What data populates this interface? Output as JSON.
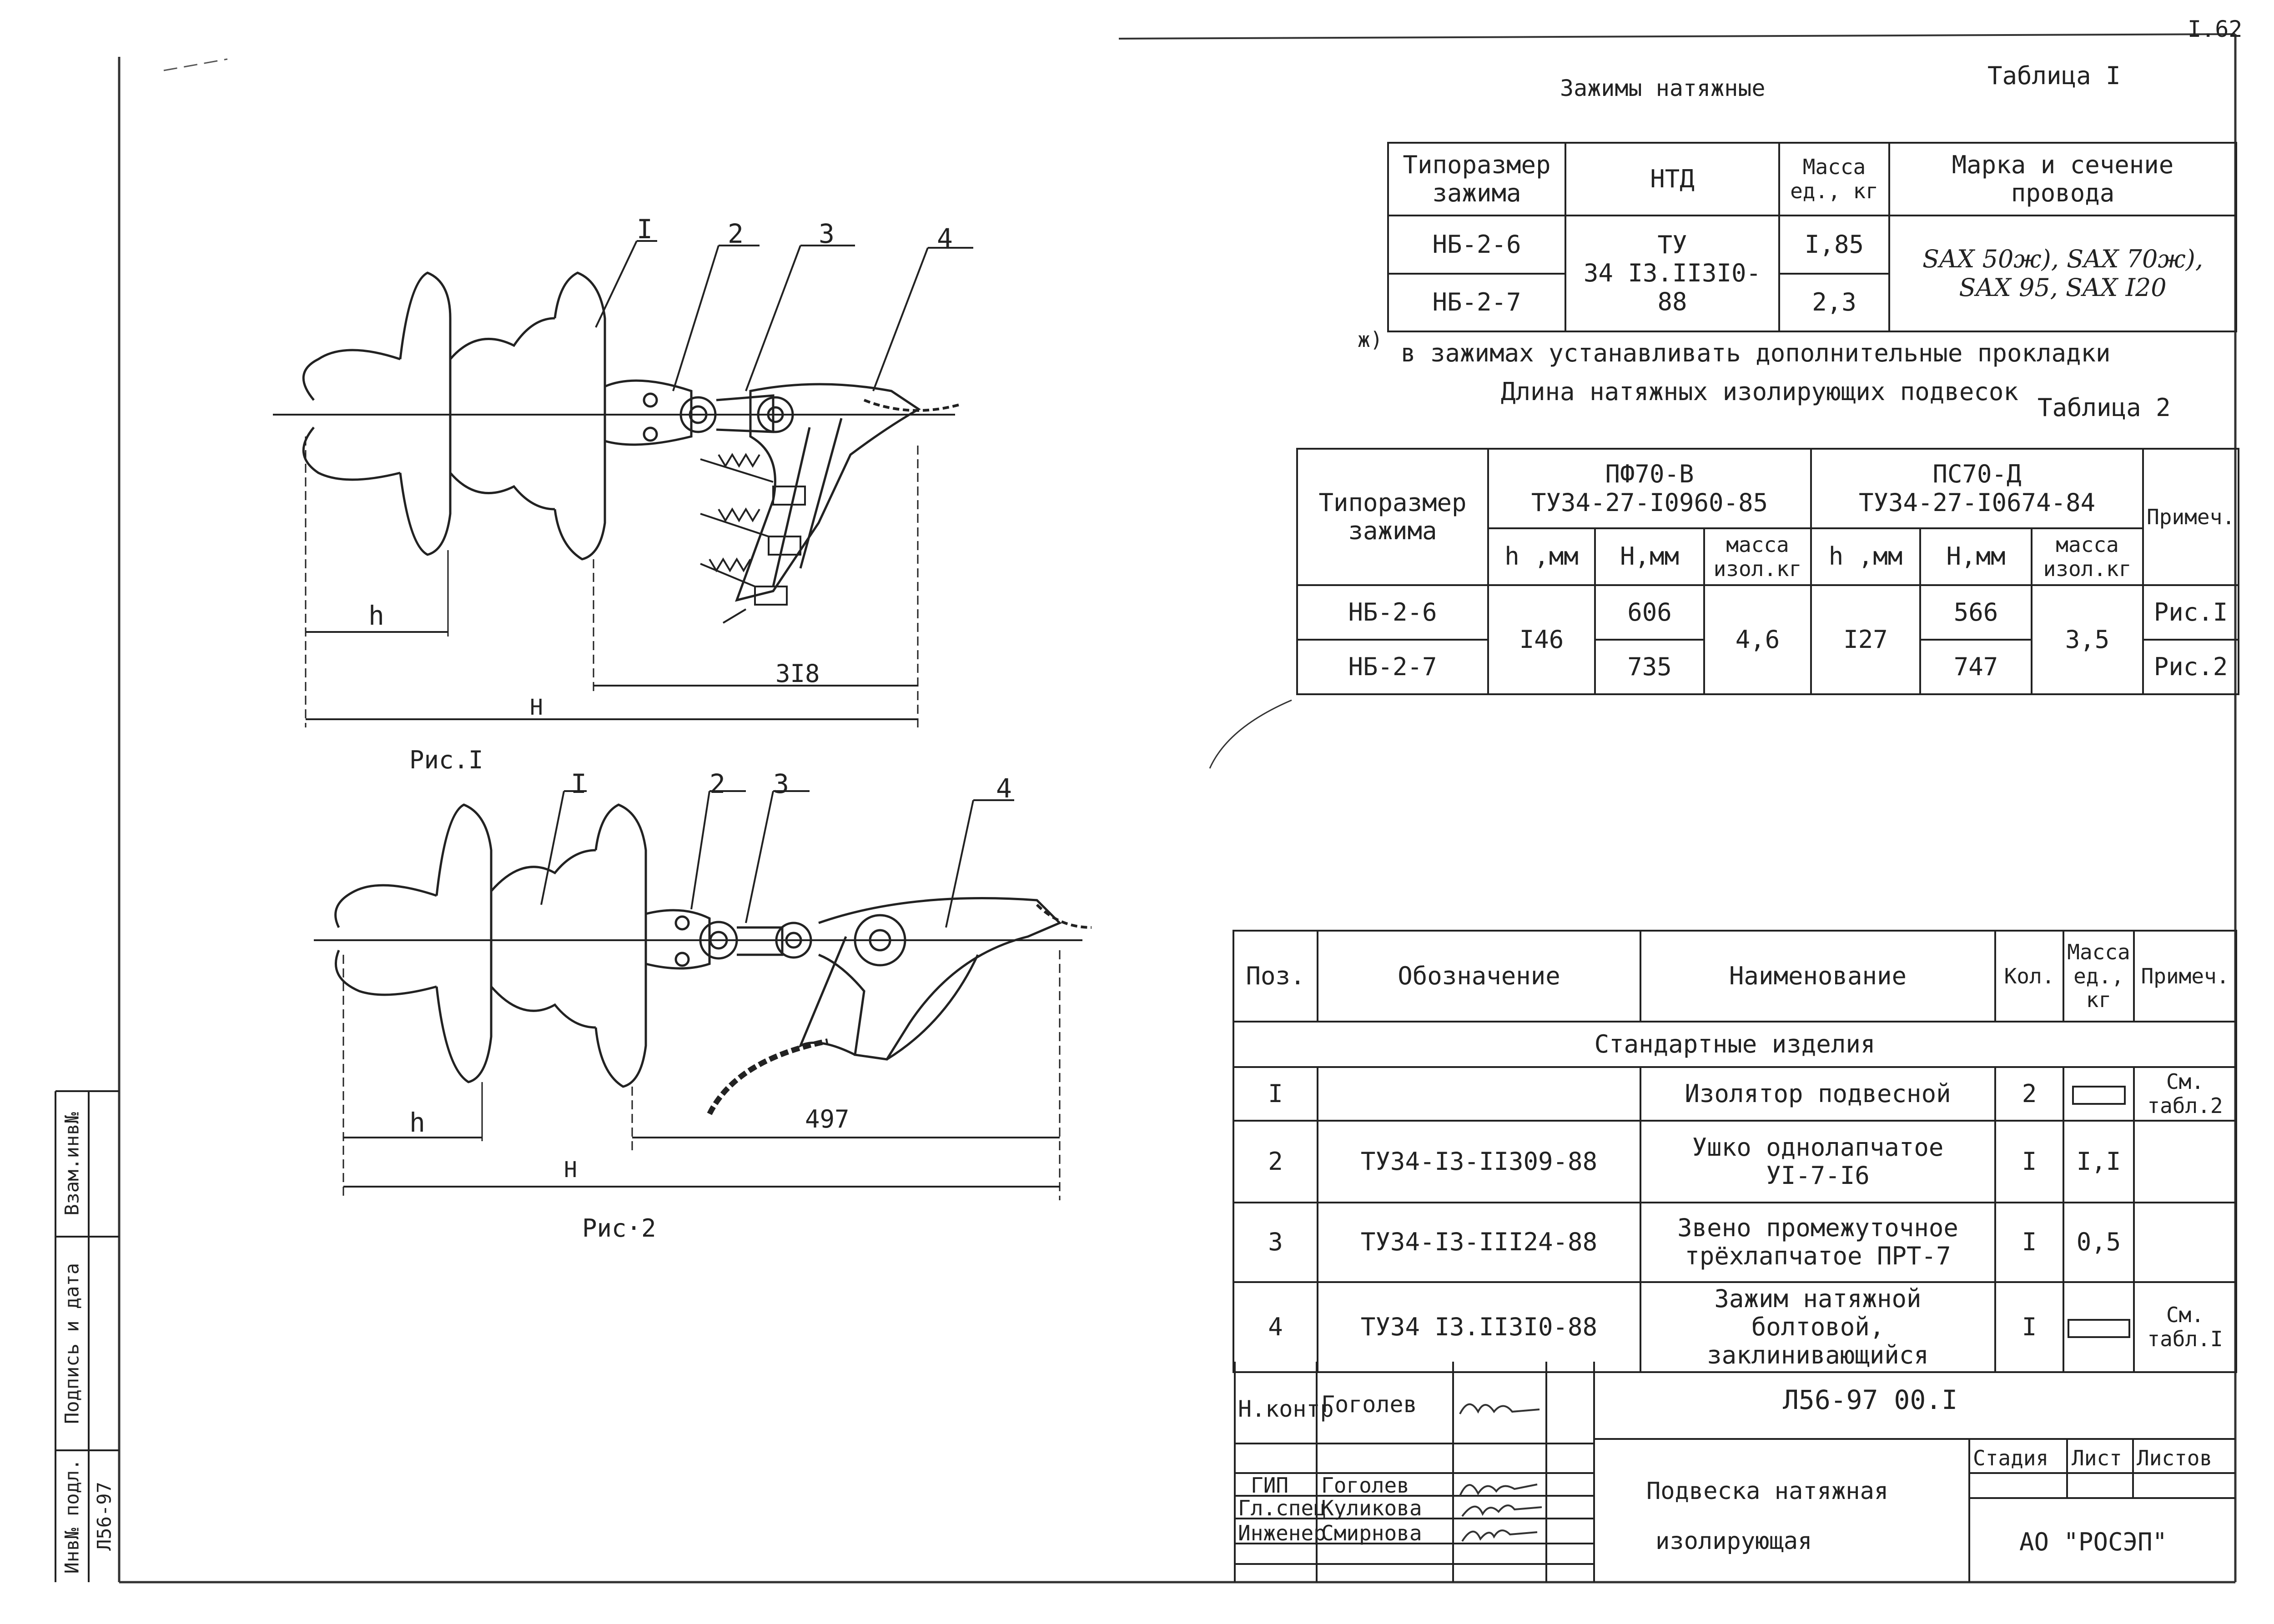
{
  "page_number": "I.62",
  "table1": {
    "caption": "Зажимы натяжные",
    "label": "Таблица I",
    "headers": [
      "Типоразмер зажима",
      "НТД",
      "Масса ед., кг",
      "Марка и сечение провода"
    ],
    "rows": [
      {
        "type": "НБ-2-6",
        "mass": "I,85"
      },
      {
        "type": "НБ-2-7",
        "mass": "2,3"
      }
    ],
    "ntd": [
      "ТУ",
      "34 I3.II3I0-88"
    ],
    "wires": [
      "SAX 50ж), SAX 70ж),",
      "SAX 95, SAX I20"
    ],
    "footnote_mark": "ж)",
    "footnote": "в зажимах устанавливать дополнительные прокладки"
  },
  "table2": {
    "caption": "Длина натяжных изолирующих подвесок",
    "label": "Таблица 2",
    "h_type": "Типоразмер зажима",
    "g1": [
      "ПФ70-В",
      "ТУ34-27-I0960-85"
    ],
    "g2": [
      "ПС70-Д",
      "ТУ34-27-I0674-84"
    ],
    "h_note": "Примеч.",
    "sub": [
      "h ,мм",
      "H,мм",
      "масса изол.кг",
      "h ,мм",
      "H,мм",
      "масса изол.кг"
    ],
    "rows": [
      {
        "type": "НБ-2-6",
        "H1": "606",
        "H2": "566",
        "note": "Рис.I"
      },
      {
        "type": "НБ-2-7",
        "H1": "735",
        "H2": "747",
        "note": "Рис.2"
      }
    ],
    "h1": "I46",
    "m1": "4,6",
    "h2": "I27",
    "m2": "3,5"
  },
  "figure1": {
    "caption": "Рис.I",
    "callouts": [
      "I",
      "2",
      "3",
      "4"
    ],
    "dim_h": "h",
    "dim_H": "H",
    "dim_len": "3I8"
  },
  "figure2": {
    "caption": "Рис·2",
    "callouts": [
      "I",
      "2",
      "3",
      "4"
    ],
    "dim_h": "h",
    "dim_H": "H",
    "dim_len": "497"
  },
  "spec": {
    "headers": [
      "Поз.",
      "Обозначение",
      "Наименование",
      "Кол.",
      "Масса ед., кг",
      "Примеч."
    ],
    "section": "Стандартные изделия",
    "rows": [
      {
        "pos": "I",
        "code": "",
        "name": [
          "Изолятор подвесной"
        ],
        "qty": "2",
        "mass": "",
        "note": "См. табл.2"
      },
      {
        "pos": "2",
        "code": "ТУ34-I3-II309-88",
        "name": [
          "Ушко однолапчатое",
          "УI-7-I6"
        ],
        "qty": "I",
        "mass": "I,I",
        "note": ""
      },
      {
        "pos": "3",
        "code": "ТУ34-I3-III24-88",
        "name": [
          "Звено промежуточное",
          "трёхлапчатое ПРТ-7"
        ],
        "qty": "I",
        "mass": "0,5",
        "note": ""
      },
      {
        "pos": "4",
        "code": "ТУ34 I3.II3I0-88",
        "name": [
          "Зажим натяжной болтовой,",
          "заклинивающийся"
        ],
        "qty": "I",
        "mass": "",
        "note": "См. табл.I"
      }
    ]
  },
  "stamp": {
    "designation": "Л56-97   00.I",
    "title": [
      "Подвеска натяжная",
      "изолирующая"
    ],
    "org": "АО \"РОСЭП\"",
    "headers": [
      "Стадия",
      "Лист",
      "Листов"
    ],
    "people": [
      {
        "role": "Н.контр",
        "name": "Гоголев"
      },
      {
        "role": "ГИП",
        "name": "Гоголев"
      },
      {
        "role": "Гл.спец",
        "name": "Куликова"
      },
      {
        "role": "Инженер",
        "name": "Смирнова"
      }
    ]
  },
  "side_strip": {
    "labels": [
      "Взам.инв№",
      "Подпись и дата",
      "Инв№ подл."
    ],
    "number": "Л56-97"
  }
}
